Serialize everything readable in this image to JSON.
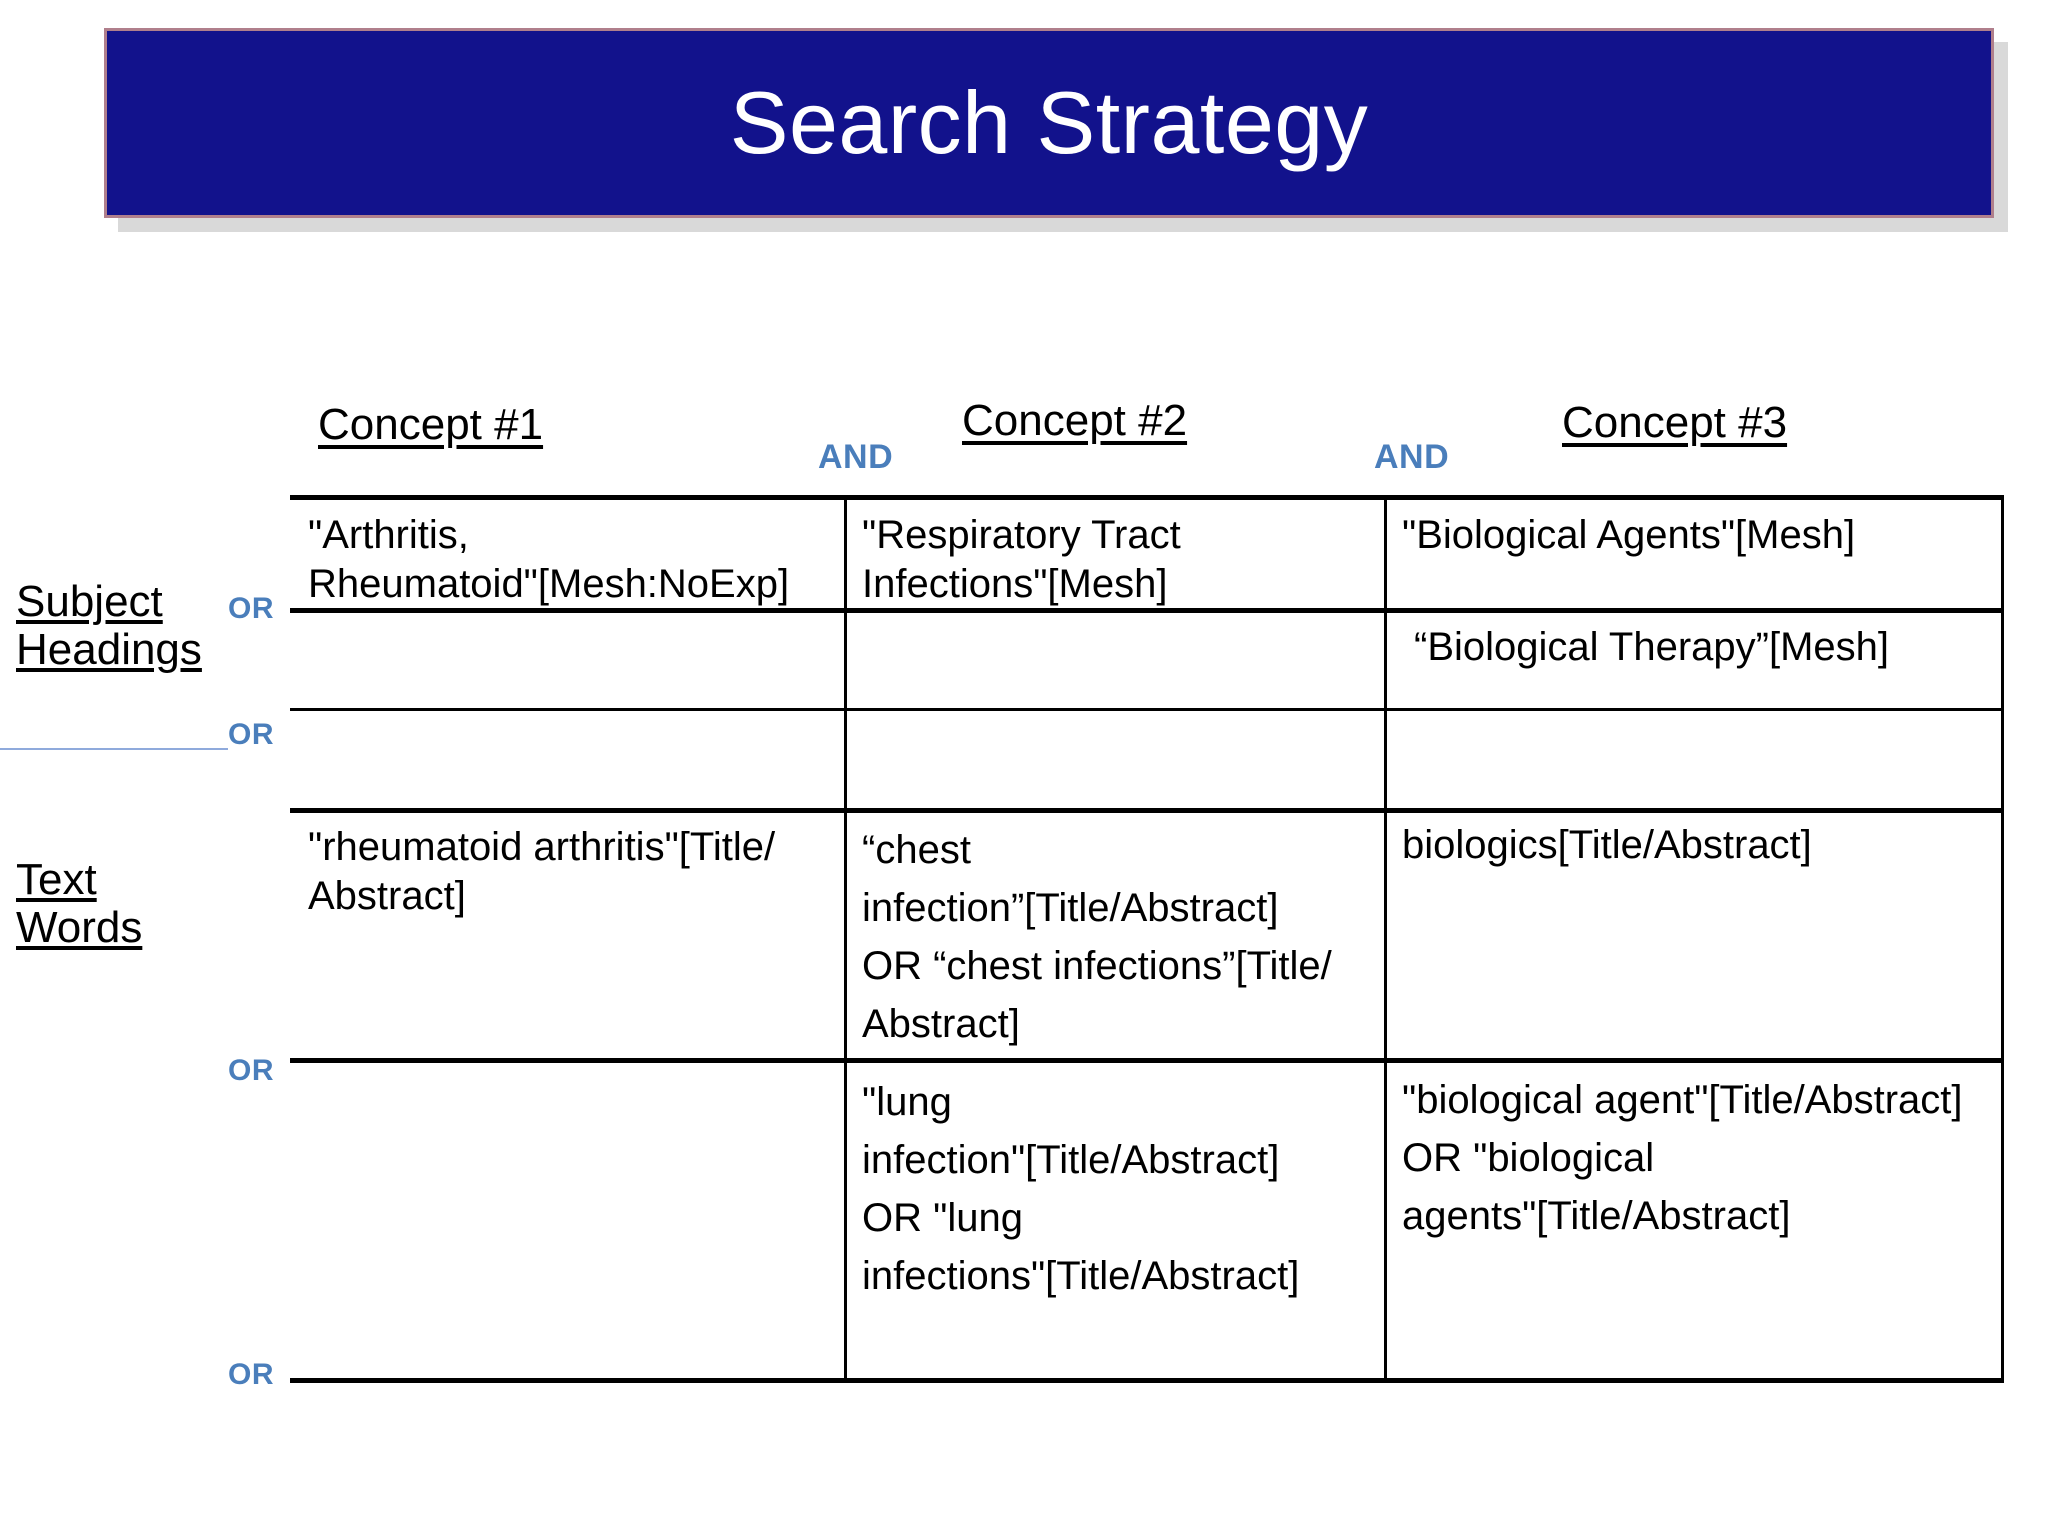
{
  "slide": {
    "title": "Search Strategy",
    "banner_color": "#12128c",
    "banner_border_color": "#b07f8c",
    "accent_color": "#4a7ebb"
  },
  "header": {
    "concepts": [
      {
        "label": "Concept #1"
      },
      {
        "label": "Concept #2"
      },
      {
        "label": "Concept #3"
      }
    ],
    "operators": [
      {
        "label": "AND"
      },
      {
        "label": "AND"
      }
    ]
  },
  "groups": {
    "subject_headings": {
      "line1": "Subject",
      "line2": "Headings"
    },
    "text_words": {
      "line1": "Text",
      "line2": "Words"
    },
    "or_operators": [
      {
        "label": "OR"
      },
      {
        "label": "OR"
      },
      {
        "label": "OR"
      },
      {
        "label": "OR"
      }
    ]
  },
  "table": {
    "rows": [
      {
        "group": "Subject Headings",
        "cells": [
          "\"Arthritis,\nRheumatoid\"[Mesh:NoExp]",
          "\"Respiratory Tract\nInfections\"[Mesh]",
          "\"Biological Agents\"[Mesh]"
        ]
      },
      {
        "group": "Subject Headings",
        "cells": [
          "",
          "",
          "“Biological Therapy”[Mesh]"
        ]
      },
      {
        "group": "Subject Headings",
        "cells": [
          "",
          "",
          ""
        ]
      },
      {
        "group": "Text Words",
        "cells": [
          "\"rheumatoid arthritis\"[Title/\nAbstract]",
          "“chest\ninfection”[Title/Abstract]\nOR “chest infections”[Title/\nAbstract]",
          "biologics[Title/Abstract]"
        ]
      },
      {
        "group": "Text Words",
        "cells": [
          "",
          "\"lung\ninfection\"[Title/Abstract]\nOR \"lung\ninfections\"[Title/Abstract]",
          "\"biological agent\"[Title/Abstract]\nOR \"biological\nagents\"[Title/Abstract]"
        ]
      }
    ]
  }
}
